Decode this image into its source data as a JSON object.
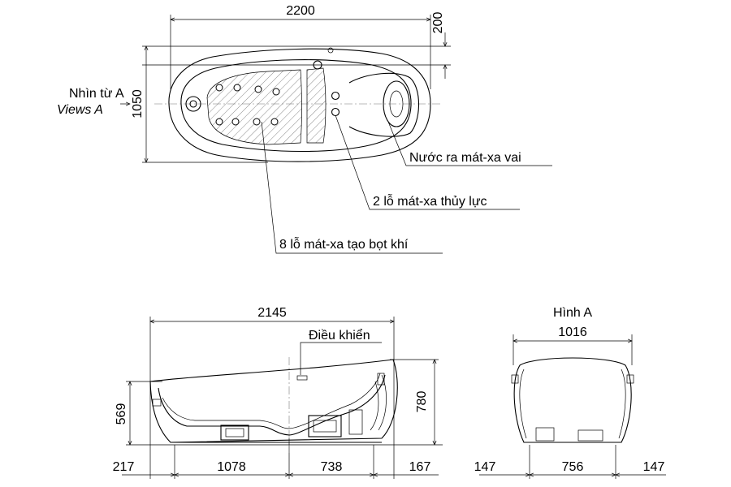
{
  "top_view": {
    "dim_length": "2200",
    "dim_offset": "200",
    "dim_width": "1050",
    "view_label_vi": "Nhìn từ A",
    "view_label_en": "Views A",
    "callouts": {
      "shoulder": "Nước ra mát-xa vai",
      "hydro": "2 lỗ mát-xa thủy lực",
      "air": "8 lỗ mát-xa tạo bọt khí"
    }
  },
  "side_view": {
    "dim_length": "2145",
    "control_label": "Điều khiển",
    "dim_height_right": "780",
    "dim_height_left": "569",
    "bottom_dims": [
      "217",
      "1078",
      "738",
      "167"
    ]
  },
  "end_view": {
    "title": "Hình A",
    "dim_width": "1016",
    "bottom_dims": [
      "147",
      "756",
      "147"
    ]
  }
}
